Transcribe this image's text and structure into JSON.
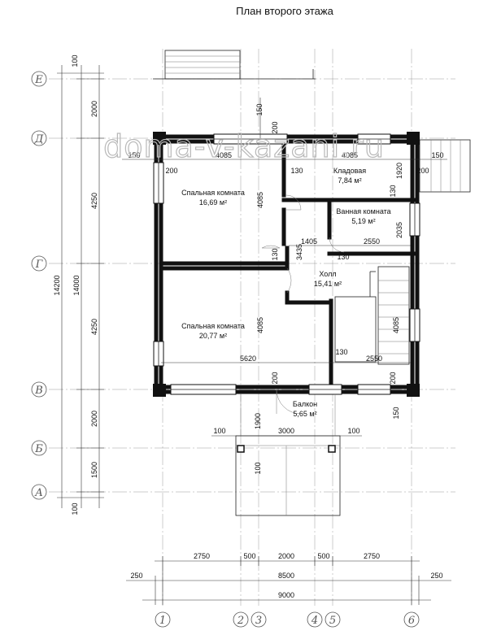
{
  "title": "План второго этажа",
  "watermark": "doma-v-kazani.ru",
  "axes": {
    "rows": [
      "Е",
      "Д",
      "Г",
      "В",
      "Б",
      "А"
    ],
    "cols": [
      "1",
      "2",
      "3",
      "4",
      "5",
      "6"
    ]
  },
  "rooms": [
    {
      "name": "Спальная комната",
      "area": "16,69 м²"
    },
    {
      "name": "Кладовая",
      "area": "7,84 м²"
    },
    {
      "name": "Ванная комната",
      "area": "5,19 м²"
    },
    {
      "name": "Холл",
      "area": "15,41 м²"
    },
    {
      "name": "Спальная комната",
      "area": "20,77 м²"
    },
    {
      "name": "Балкон",
      "area": "5,65 м²"
    }
  ],
  "dims": {
    "left_outer": [
      "100",
      "2000",
      "4250",
      "4250",
      "2000",
      "1500",
      "100"
    ],
    "left_total_inner": "14000",
    "left_total_outer": "14200",
    "bottom_row1": [
      "2750",
      "500",
      "2000",
      "500",
      "2750"
    ],
    "bottom_row2": [
      "250",
      "8500",
      "250"
    ],
    "bottom_total": "9000",
    "top_150": "150",
    "top_200": "200",
    "r1_150_left": "150",
    "r1_4085_left": "4085",
    "r1_4085_right": "4085",
    "r1_150_right": "150",
    "in_200_a": "200",
    "in_130_a": "130",
    "in_1920": "1920",
    "in_200_b": "200",
    "in_4085_v1": "4085",
    "in_130_b": "130",
    "in_2035": "2035",
    "in_1405": "1405",
    "in_2550_a": "2550",
    "in_3435": "3435",
    "in_130_c": "130",
    "in_130_d": "130",
    "in_4085_v2": "4085",
    "in_4085_v3": "4085",
    "in_5620": "5620",
    "in_130_e": "130",
    "in_2550_b": "2550",
    "in_200_c": "200",
    "in_200_d": "200",
    "in_150_b": "150",
    "bal_100_l": "100",
    "bal_3000": "3000",
    "bal_100_r": "100",
    "bal_1900": "1900",
    "bal_100_v": "100"
  }
}
